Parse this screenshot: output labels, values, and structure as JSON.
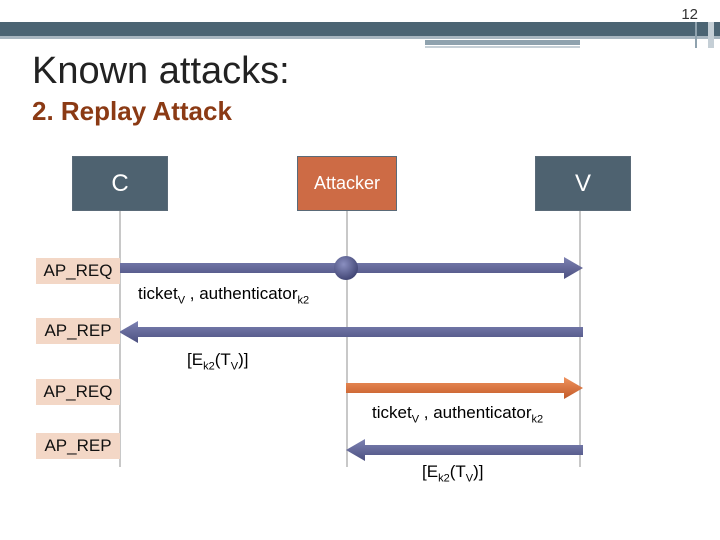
{
  "slide": {
    "number": "12",
    "title": "Known attacks:",
    "subtitle": "2. Replay Attack"
  },
  "actors": {
    "client": "C",
    "attacker": "Attacker",
    "verifier": "V"
  },
  "messages": [
    {
      "label": "AP_REQ",
      "caption": {
        "main1": "ticket",
        "sub1": "V",
        "main2": " , authenticator",
        "sub2": "k2"
      }
    },
    {
      "label": "AP_REP",
      "caption": {
        "pre": "[E",
        "sub1": "k2",
        "mid": "(T",
        "sub2": "V",
        "post": ")]"
      }
    },
    {
      "label": "AP_REQ",
      "caption": {
        "main1": "ticket",
        "sub1": "V",
        "main2": " , authenticator",
        "sub2": "k2"
      }
    },
    {
      "label": "AP_REP",
      "caption": {
        "pre": "[E",
        "sub1": "k2",
        "mid": "(T",
        "sub2": "V",
        "post": ")]"
      }
    }
  ],
  "colors": {
    "slate": "#4e6270",
    "orange": "#cd6b45",
    "peach": "#f3d7c6",
    "arrow_blue": "#5b5f8f",
    "arrow_orange": "#d9713d"
  }
}
